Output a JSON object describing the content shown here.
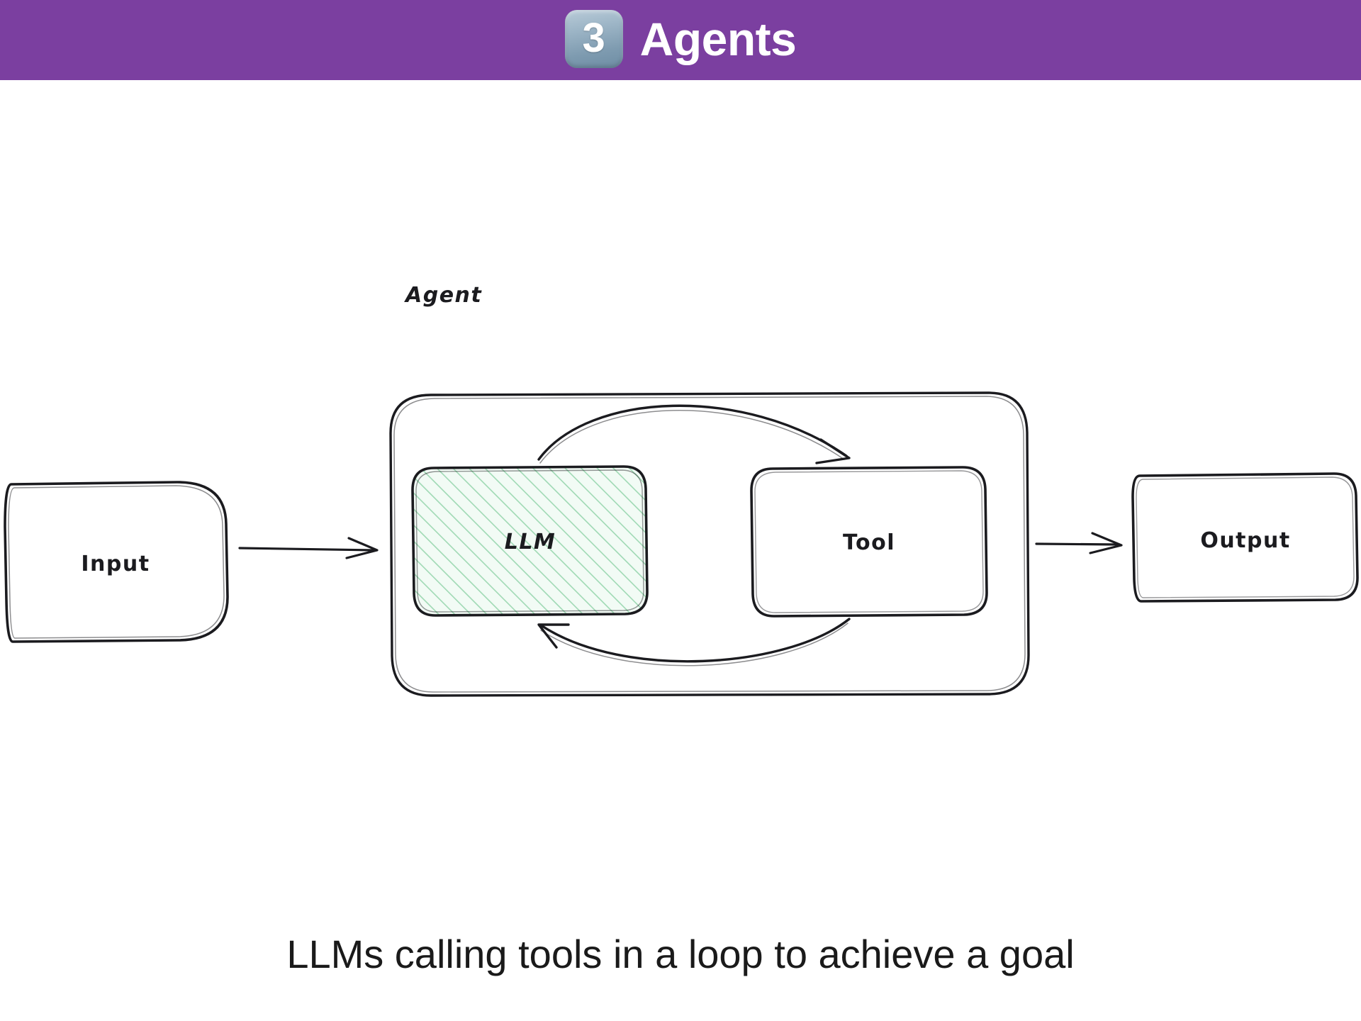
{
  "header": {
    "badge_icon": "keycap-three-icon",
    "badge_number": "3",
    "title": "Agents",
    "background_color": "#7b3fa0",
    "title_color": "#ffffff"
  },
  "diagram": {
    "type": "flowchart",
    "style": "hand-drawn-sketch",
    "group_label": "Agent",
    "nodes": [
      {
        "id": "input",
        "label": "Input",
        "fill": "none",
        "stroke": "#1b1b1f"
      },
      {
        "id": "llm",
        "label": "LLM",
        "fill": "#d7f0dd",
        "stroke": "#1b1b1f",
        "fill_style": "hachure"
      },
      {
        "id": "tool",
        "label": "Tool",
        "fill": "none",
        "stroke": "#1b1b1f"
      },
      {
        "id": "output",
        "label": "Output",
        "fill": "none",
        "stroke": "#1b1b1f"
      }
    ],
    "edges": [
      {
        "from": "input",
        "to": "llm",
        "shape": "straight"
      },
      {
        "from": "llm",
        "to": "tool",
        "shape": "curve-over"
      },
      {
        "from": "tool",
        "to": "llm",
        "shape": "curve-under"
      },
      {
        "from": "agent",
        "to": "output",
        "shape": "straight"
      }
    ]
  },
  "caption": {
    "text": "LLMs calling tools in a loop to achieve a goal"
  }
}
